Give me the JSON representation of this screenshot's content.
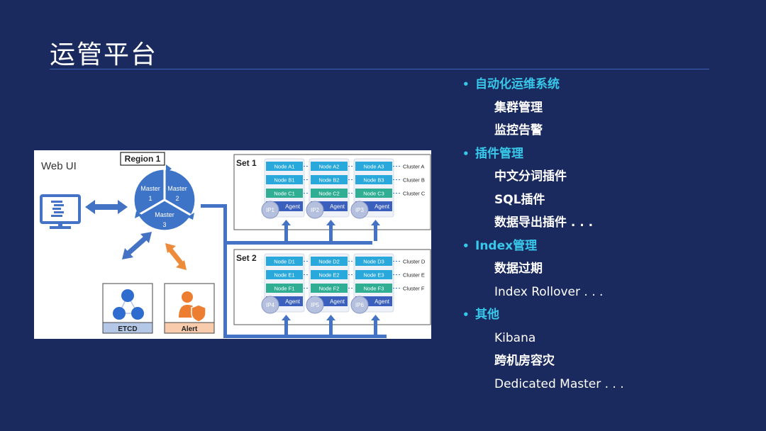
{
  "slide": {
    "title": "运管平台"
  },
  "diagram": {
    "web_ui": {
      "label": "Web UI"
    },
    "region": {
      "label": "Region 1",
      "masters": [
        {
          "name": "Master",
          "num": "1"
        },
        {
          "name": "Master",
          "num": "2"
        },
        {
          "name": "Master",
          "num": "3"
        }
      ]
    },
    "etcd_label": "ETCD",
    "alert_label": "Alert",
    "sets": [
      {
        "label": "Set 1",
        "columns": [
          {
            "nodes": [
              "Node A1",
              "Node B1",
              "Node C1"
            ],
            "ip": "IP1",
            "agent": "Agent"
          },
          {
            "nodes": [
              "Node A2",
              "Node B2",
              "Node C2"
            ],
            "ip": "IP2",
            "agent": "Agent"
          },
          {
            "nodes": [
              "Node A3",
              "Node B3",
              "Node C3"
            ],
            "ip": "IP3",
            "agent": "Agent"
          }
        ],
        "clusters": [
          "Cluster A",
          "Cluster B",
          "Cluster C"
        ]
      },
      {
        "label": "Set 2",
        "columns": [
          {
            "nodes": [
              "Node D1",
              "Node E1",
              "Node F1"
            ],
            "ip": "IP4",
            "agent": "Agent"
          },
          {
            "nodes": [
              "Node D2",
              "Node E2",
              "Node F2"
            ],
            "ip": "IP5",
            "agent": "Agent"
          },
          {
            "nodes": [
              "Node D3",
              "Node E3",
              "Node F3"
            ],
            "ip": "IP6",
            "agent": "Agent"
          }
        ],
        "clusters": [
          "Cluster D",
          "Cluster E",
          "Cluster F"
        ]
      }
    ],
    "colors": {
      "region_blue": "#3e74c8",
      "node_blue": "#29a8dc",
      "node_green": "#2fae94",
      "agent_bar": "#3b5fbd",
      "arrow_blue": "#4472c4",
      "arrow_orange": "#ed8b3a",
      "alert_orange": "#ed7d31"
    }
  },
  "bullets": [
    {
      "level": 1,
      "text": "自动化运维系统"
    },
    {
      "level": 2,
      "text": "集群管理"
    },
    {
      "level": 2,
      "text": "监控告警"
    },
    {
      "level": 1,
      "text": "插件管理"
    },
    {
      "level": 2,
      "text": "中文分词插件"
    },
    {
      "level": 2,
      "text": "SQL插件"
    },
    {
      "level": 2,
      "text": "数据导出插件 . . ."
    },
    {
      "level": 1,
      "text": "Index管理"
    },
    {
      "level": 2,
      "text": "数据过期"
    },
    {
      "level": 2,
      "text": "Index Rollover  . . .",
      "light": true
    },
    {
      "level": 1,
      "text": "其他"
    },
    {
      "level": 2,
      "text": "Kibana",
      "light": true
    },
    {
      "level": 2,
      "text": "跨机房容灾"
    },
    {
      "level": 2,
      "text": "Dedicated Master . . .",
      "light": true
    }
  ]
}
